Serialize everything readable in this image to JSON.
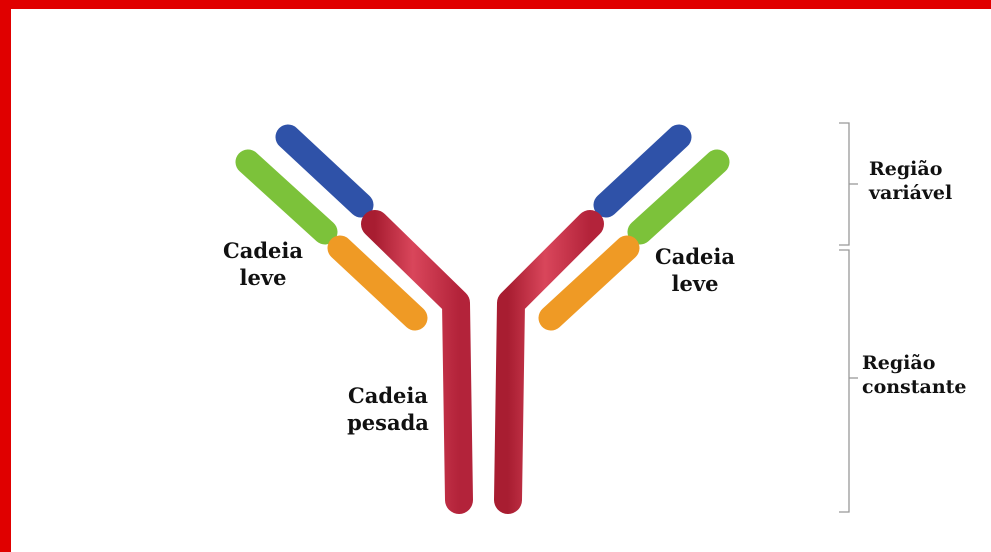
{
  "labels": {
    "light_chain_left": [
      "Cadeia",
      "leve"
    ],
    "light_chain_right": [
      "Cadeia",
      "leve"
    ],
    "heavy_chain": [
      "Cadeia",
      "pesada"
    ],
    "variable_region": [
      "Região",
      "variável"
    ],
    "constant_region": [
      "Região",
      "constante"
    ]
  },
  "colors": {
    "frame": "#e00000",
    "heavy_chain": "#c62a40",
    "variable_heavy": "#2f52a8",
    "variable_light": "#7cc23a",
    "constant_light": "#ef9a25",
    "bracket": "#999999"
  }
}
